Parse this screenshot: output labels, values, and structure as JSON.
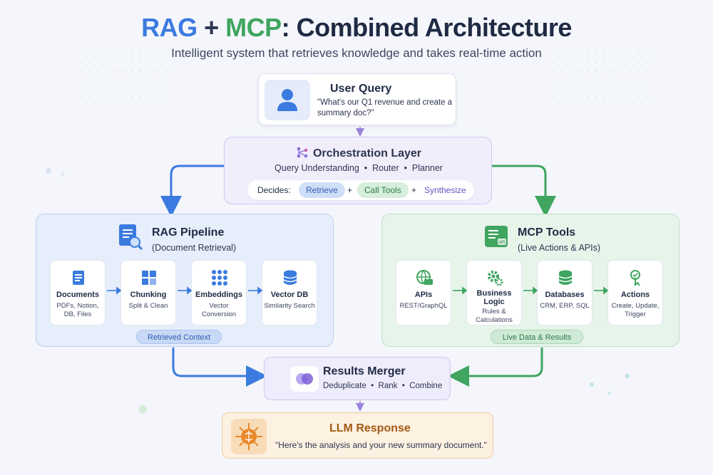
{
  "header": {
    "title_rag": "RAG",
    "title_plus": "+",
    "title_mcp": "MCP",
    "title_rest": ": Combined Architecture",
    "subtitle": "Intelligent system that retrieves knowledge and takes real-time action"
  },
  "user_query": {
    "title": "User Query",
    "text": "\"What's our Q1 revenue and create a summary doc?\"",
    "icon": "user-icon"
  },
  "orchestration": {
    "title": "Orchestration Layer",
    "subtitle": "Query Understanding  •  Router  •  Planner",
    "decides_label": "Decides:",
    "plus": "+",
    "retrieve": "Retrieve",
    "call_tools": "Call Tools",
    "synthesize": "Synthesize"
  },
  "rag": {
    "title": "RAG Pipeline",
    "subtitle": "(Document Retrieval)",
    "steps": [
      {
        "title": "Documents",
        "sub": "PDFs, Notion, DB, Files",
        "icon": "document-icon"
      },
      {
        "title": "Chunking",
        "sub": "Split & Clean",
        "icon": "chunking-icon"
      },
      {
        "title": "Embeddings",
        "sub": "Vector Conversion",
        "icon": "embeddings-icon"
      },
      {
        "title": "Vector DB",
        "sub": "Similarity Search",
        "icon": "database-icon"
      }
    ],
    "tag": "Retrieved Context"
  },
  "mcp": {
    "title": "MCP Tools",
    "subtitle": "(Live Actions & APIs)",
    "steps": [
      {
        "title": "APIs",
        "sub": "REST/GraphQL",
        "icon": "api-globe-icon"
      },
      {
        "title": "Business Logic",
        "sub": "Rules & Calculations",
        "icon": "gears-icon"
      },
      {
        "title": "Databases",
        "sub": "CRM, ERP, SQL",
        "icon": "database-icon"
      },
      {
        "title": "Actions",
        "sub": "Create, Update, Trigger",
        "icon": "action-click-icon"
      }
    ],
    "tag": "Live Data & Results"
  },
  "merger": {
    "title": "Results Merger",
    "subtitle": "Deduplicate  •  Rank  •  Combine"
  },
  "llm": {
    "title": "LLM Response",
    "text": "\"Here's the analysis and your new summary document.\""
  },
  "colors": {
    "rag_blue": "#3b7be0",
    "mcp_green": "#3fa55f",
    "orchestration_purple": "#8a6fd8",
    "llm_orange": "#e8892a"
  }
}
